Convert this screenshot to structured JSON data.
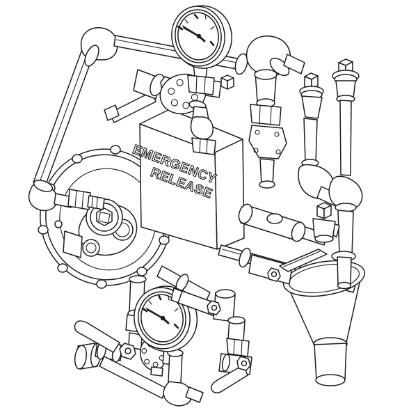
{
  "figure": {
    "type": "isometric-technical-line-drawing",
    "background_color": "#ffffff",
    "line_color": "#1c1c1c",
    "label": {
      "line1": "EMERGENCY",
      "line2": "RELEASE"
    },
    "gauges": [
      {
        "name": "pressure-gauge-top",
        "needle_direction": "up-left",
        "dial_numerals": "illegible"
      },
      {
        "name": "pressure-gauge-bottom",
        "needle_direction": "up-left",
        "dial_numerals": "illegible"
      }
    ],
    "components": [
      "supply-elbow-and-diagonal-pipe",
      "top-cross-pipe",
      "top-right-elbow-assembly",
      "right-angle-valve",
      "far-right-standpipe",
      "diaphragm-valve-cover",
      "emergency-release-box",
      "top-valve-cluster-flange",
      "check-valve-run",
      "lower-test-run-ball-valve",
      "drip-funnel",
      "drip-pipe",
      "bottom-left-gauge-manifold",
      "gauge-ball-valve-lever",
      "bottom-center-drain-valve"
    ]
  }
}
